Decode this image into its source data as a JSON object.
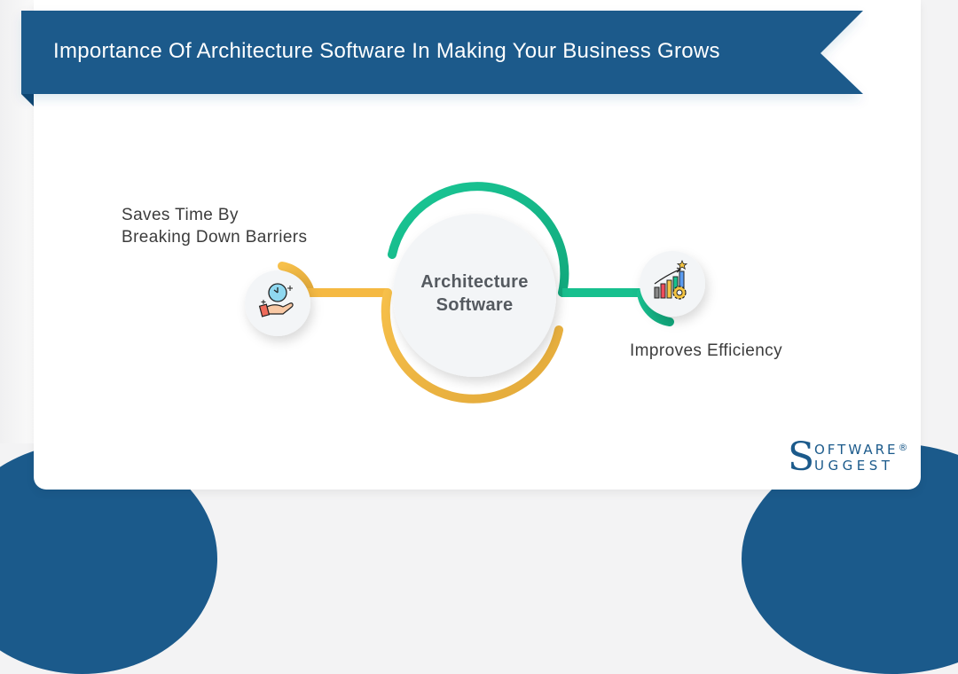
{
  "header": {
    "title": "Importance Of Architecture Software In Making Your Business Grows"
  },
  "diagram": {
    "center": {
      "line1": "Architecture",
      "line2": "Software"
    },
    "nodes": [
      {
        "label_line1": "Saves Time By",
        "label_line2": "Breaking Down Barriers",
        "icon": "hand-clock-icon",
        "connector_color": "#f5b942"
      },
      {
        "label_line1": "Improves Efficiency",
        "icon": "growth-chart-gear-icon",
        "connector_color": "#17c08e"
      }
    ]
  },
  "branding": {
    "logo_initial": "S",
    "logo_line1": "OFTWARE",
    "logo_line2": "UGGEST",
    "registered_mark": "®"
  },
  "colors": {
    "banner_blue": "#1b5a8b",
    "banner_fold": "#0f4470",
    "accent_green": "#17c08e",
    "accent_yellow": "#f5b942",
    "circle_fill": "#f3f5f7",
    "text_dark": "#3c3c3c"
  }
}
